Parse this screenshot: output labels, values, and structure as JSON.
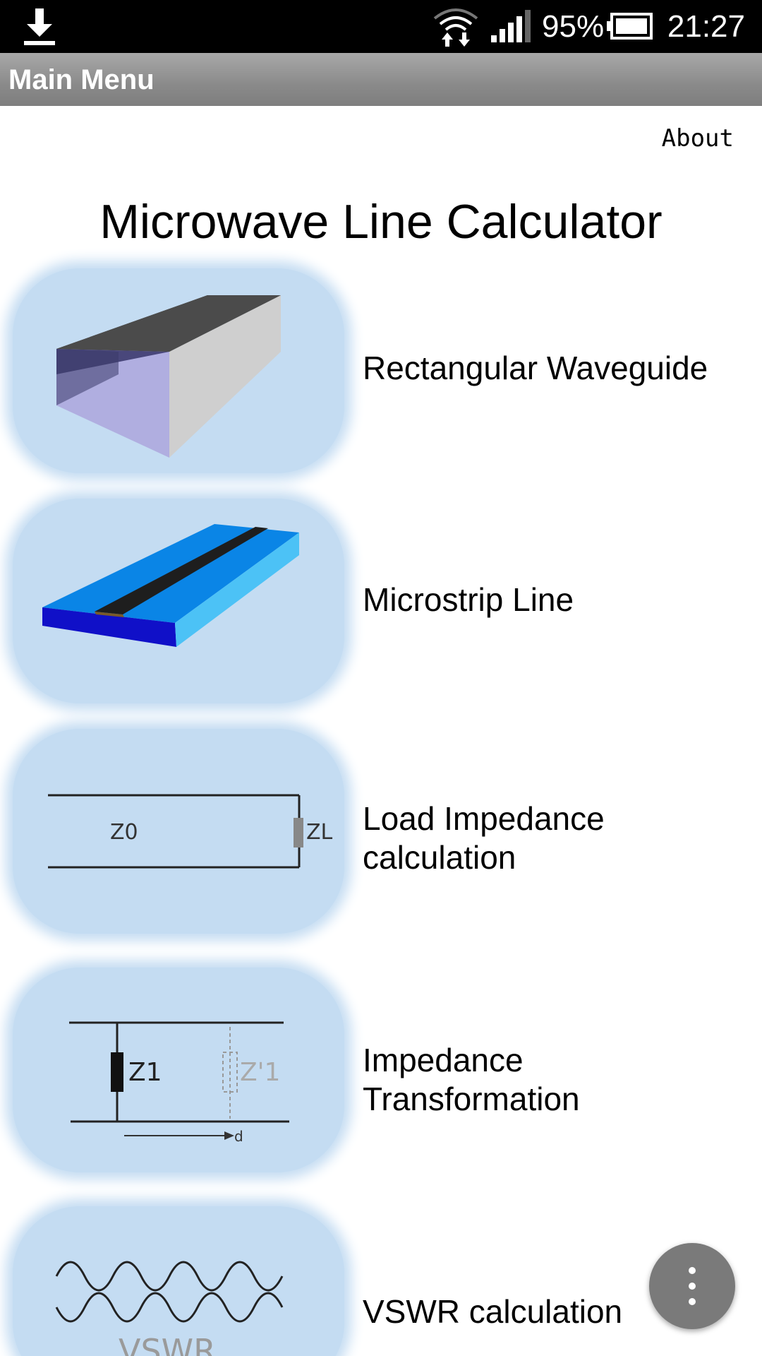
{
  "status_bar": {
    "download_icon": "download-icon",
    "wifi_icon": "wifi-icon",
    "signal_icon": "cell-signal-icon",
    "battery_percent": "95%",
    "battery_icon": "battery-icon",
    "time": "21:27"
  },
  "action_bar": {
    "title": "Main Menu"
  },
  "about_label": "About",
  "app_title": "Microwave Line Calculator",
  "menu": {
    "items": [
      {
        "label": "Rectangular Waveguide",
        "icon": "rectangular-waveguide-icon"
      },
      {
        "label": "Microstrip Line",
        "icon": "microstrip-line-icon"
      },
      {
        "label_line1": "Load Impedance",
        "label_line2": "calculation",
        "icon": "load-impedance-icon",
        "diagram_labels": [
          "Z0",
          "ZL"
        ]
      },
      {
        "label_line1": "Impedance",
        "label_line2": "Transformation",
        "icon": "impedance-transformation-icon",
        "diagram_labels": [
          "Z1",
          "Z'1",
          "d"
        ]
      },
      {
        "label": "VSWR calculation",
        "icon": "vswr-icon",
        "diagram_labels": [
          "VSWR"
        ]
      }
    ]
  },
  "overflow_button": {
    "icon": "more-vertical-icon"
  },
  "colors": {
    "status_bar": "#000000",
    "action_bar": "#8f8f8f",
    "tile": "#c4dcf2",
    "fab": "#7a7a7a"
  }
}
